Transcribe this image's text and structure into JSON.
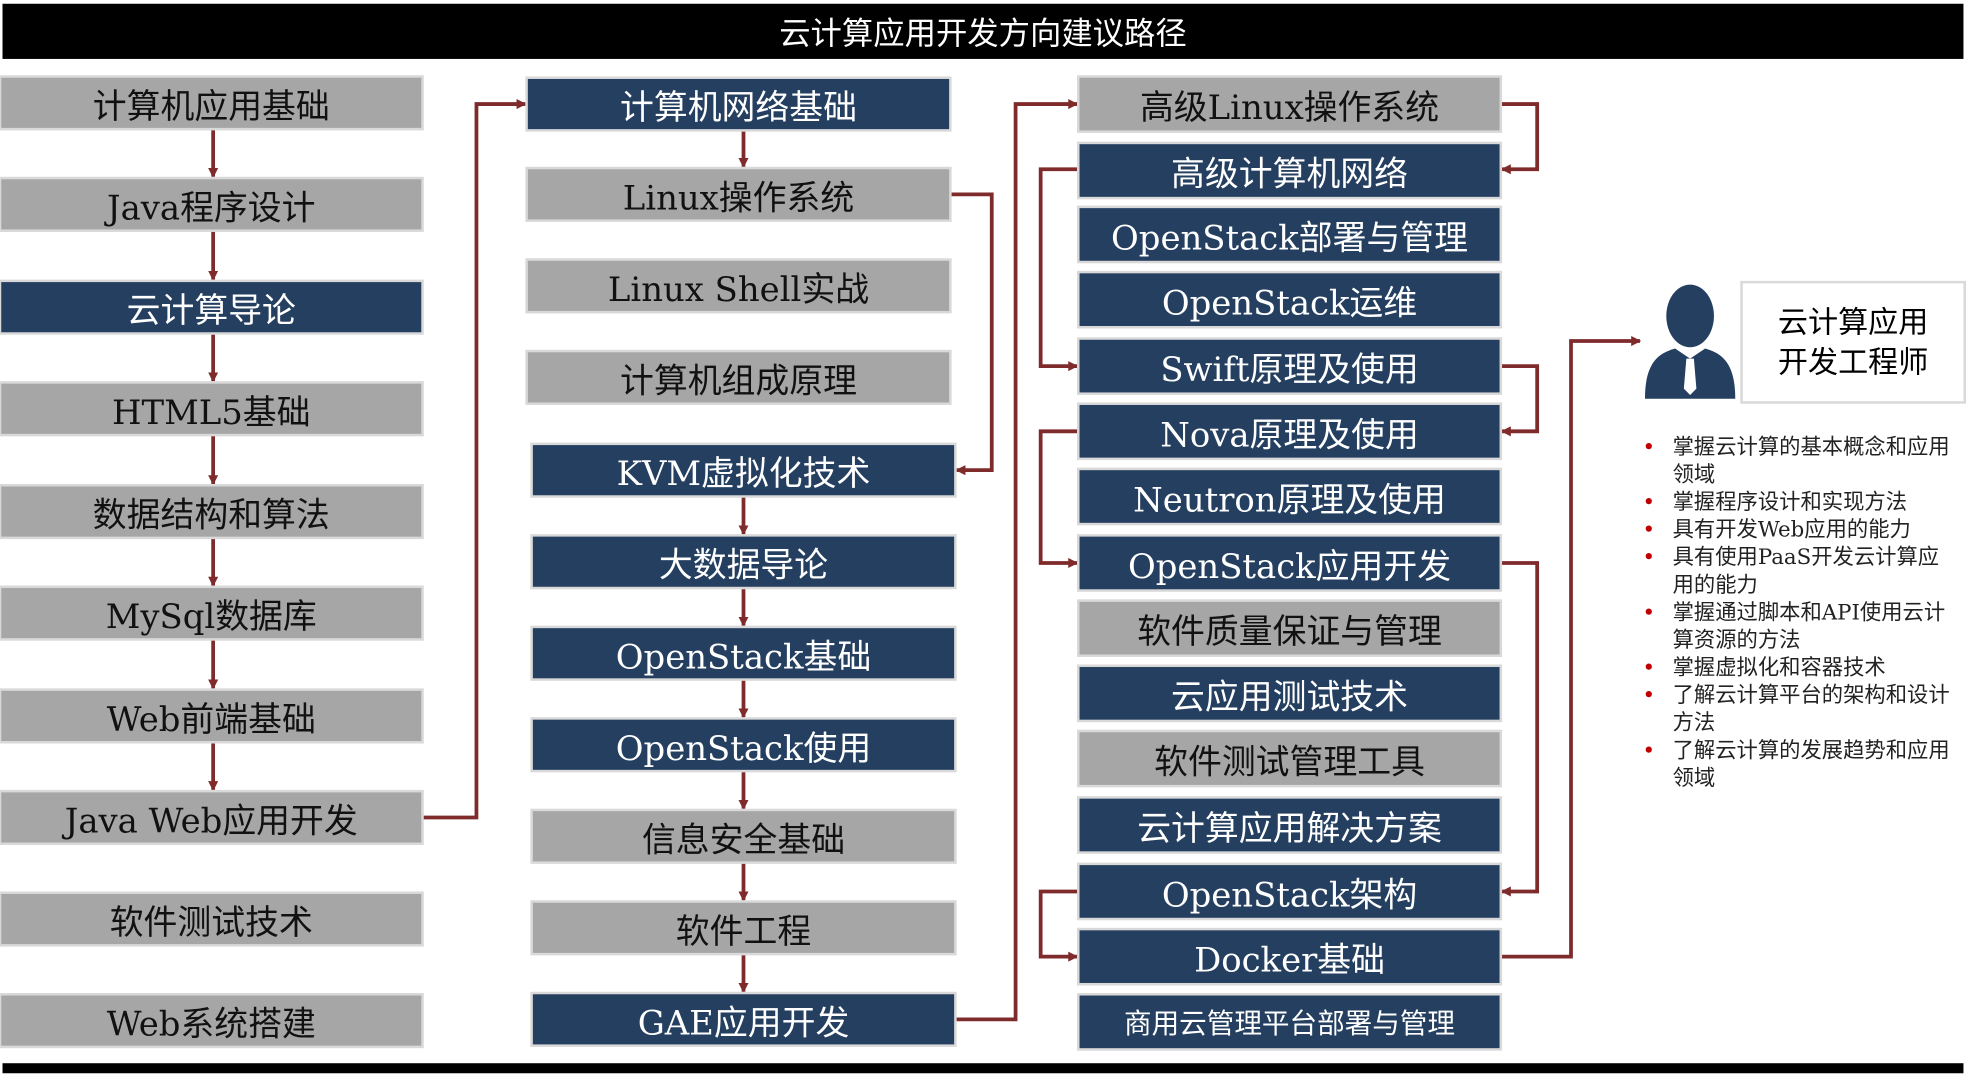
{
  "title": "云计算应用开发方向建议路径",
  "colors": {
    "navy": "#243f60",
    "gray": "#a6a6a6",
    "arrow": "#7f2b2b",
    "bullet": "#c00000"
  },
  "column1": [
    {
      "label": "计算机应用基础",
      "style": "gray"
    },
    {
      "label": "Java程序设计",
      "style": "gray"
    },
    {
      "label": "云计算导论",
      "style": "navy"
    },
    {
      "label": "HTML5基础",
      "style": "gray"
    },
    {
      "label": "数据结构和算法",
      "style": "gray"
    },
    {
      "label": "MySql数据库",
      "style": "gray"
    },
    {
      "label": "Web前端基础",
      "style": "gray"
    },
    {
      "label": "Java Web应用开发",
      "style": "gray"
    },
    {
      "label": "软件测试技术",
      "style": "gray"
    },
    {
      "label": "Web系统搭建",
      "style": "gray"
    }
  ],
  "column2": [
    {
      "label": "计算机网络基础",
      "style": "navy"
    },
    {
      "label": "Linux操作系统",
      "style": "gray"
    },
    {
      "label": "Linux Shell实战",
      "style": "gray"
    },
    {
      "label": "计算机组成原理",
      "style": "gray"
    },
    {
      "label": "KVM虚拟化技术",
      "style": "navy"
    },
    {
      "label": "大数据导论",
      "style": "navy"
    },
    {
      "label": "OpenStack基础",
      "style": "navy"
    },
    {
      "label": "OpenStack使用",
      "style": "navy"
    },
    {
      "label": "信息安全基础",
      "style": "gray"
    },
    {
      "label": "软件工程",
      "style": "gray"
    },
    {
      "label": "GAE应用开发",
      "style": "navy"
    }
  ],
  "column3": [
    {
      "label": "高级Linux操作系统",
      "style": "gray"
    },
    {
      "label": "高级计算机网络",
      "style": "navy"
    },
    {
      "label": "OpenStack部署与管理",
      "style": "navy"
    },
    {
      "label": "OpenStack运维",
      "style": "navy"
    },
    {
      "label": "Swift原理及使用",
      "style": "navy"
    },
    {
      "label": "Nova原理及使用",
      "style": "navy"
    },
    {
      "label": "Neutron原理及使用",
      "style": "navy"
    },
    {
      "label": "OpenStack应用开发",
      "style": "navy"
    },
    {
      "label": "软件质量保证与管理",
      "style": "gray"
    },
    {
      "label": "云应用测试技术",
      "style": "navy"
    },
    {
      "label": "软件测试管理工具",
      "style": "gray"
    },
    {
      "label": "云计算应用解决方案",
      "style": "navy"
    },
    {
      "label": "OpenStack架构",
      "style": "navy"
    },
    {
      "label": "Docker基础",
      "style": "navy"
    },
    {
      "label": "商用云管理平台部署与管理",
      "style": "navy"
    }
  ],
  "role": {
    "line1": "云计算应用",
    "line2": "开发工程师",
    "icon": "person-icon"
  },
  "skills": [
    "掌握云计算的基本概念和应用领域",
    "掌握程序设计和实现方法",
    "具有开发Web应用的能力",
    "具有使用PaaS开发云计算应用的能力",
    "掌握通过脚本和API使用云计算资源的方法",
    "掌握虚拟化和容器技术",
    "了解云计算平台的架构和设计方法",
    "了解云计算的发展趋势和应用领域"
  ]
}
